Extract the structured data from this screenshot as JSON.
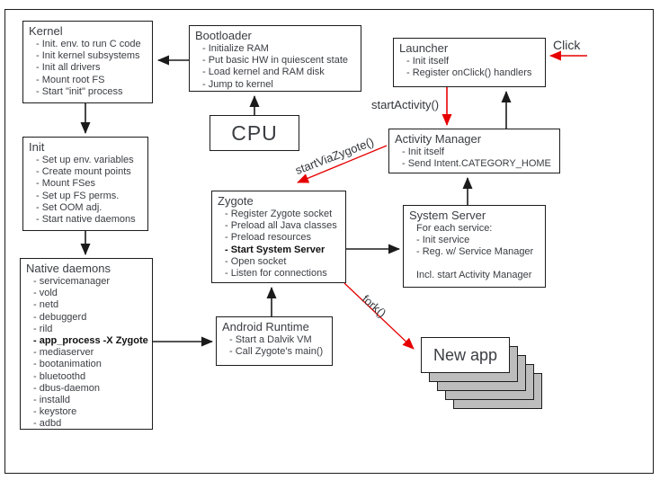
{
  "diagram": {
    "kernel": {
      "title": "Kernel",
      "items": [
        "- Init. env. to run C code",
        "- Init kernel subsystems",
        "- Init all drivers",
        "- Mount root FS",
        "- Start \"init\" process"
      ]
    },
    "bootloader": {
      "title": "Bootloader",
      "items": [
        "- Initialize RAM",
        "- Put basic HW in quiescent state",
        "- Load kernel and RAM disk",
        "- Jump to kernel"
      ]
    },
    "launcher": {
      "title": "Launcher",
      "items": [
        "- Init itself",
        "- Register onClick() handlers"
      ]
    },
    "cpu": {
      "title": "CPU"
    },
    "init": {
      "title": "Init",
      "items": [
        "- Set up env. variables",
        "- Create mount points",
        "- Mount FSes",
        "- Set up FS perms.",
        "- Set OOM adj.",
        "- Start native daemons"
      ]
    },
    "activity_manager": {
      "title": "Activity Manager",
      "items": [
        "- Init itself",
        "- Send Intent.CATEGORY_HOME"
      ]
    },
    "zygote": {
      "title": "Zygote",
      "items": [
        "- Register Zygote socket",
        "- Preload all Java classes",
        "- Preload resources",
        "- Start System Server",
        "- Open socket",
        "- Listen for connections"
      ]
    },
    "system_server": {
      "title": "System Server",
      "items": [
        "For each service:",
        "- Init service",
        "- Reg. w/ Service Manager"
      ],
      "footer": "Incl. start Activity Manager"
    },
    "native_daemons": {
      "title": "Native daemons",
      "items": [
        "- servicemanager",
        "- vold",
        "- netd",
        "- debuggerd",
        "- rild",
        "- app_process -X Zygote",
        "- mediaserver",
        "- bootanimation",
        "- bluetoothd",
        "- dbus-daemon",
        "- installd",
        "- keystore",
        "- adbd"
      ]
    },
    "android_runtime": {
      "title": "Android Runtime",
      "items": [
        "- Start a Dalvik VM",
        "- Call Zygote's main()"
      ]
    },
    "new_app": {
      "title": "New app"
    },
    "labels": {
      "click": "Click",
      "start_activity": "startActivity()",
      "start_via_zygote": "startViaZygote()",
      "fork": "fork()"
    },
    "colors": {
      "arrow_black": "#1b1b1b",
      "arrow_red": "#e60000",
      "stack_gray": "#bdbdbd",
      "text": "#3a3d42"
    }
  }
}
